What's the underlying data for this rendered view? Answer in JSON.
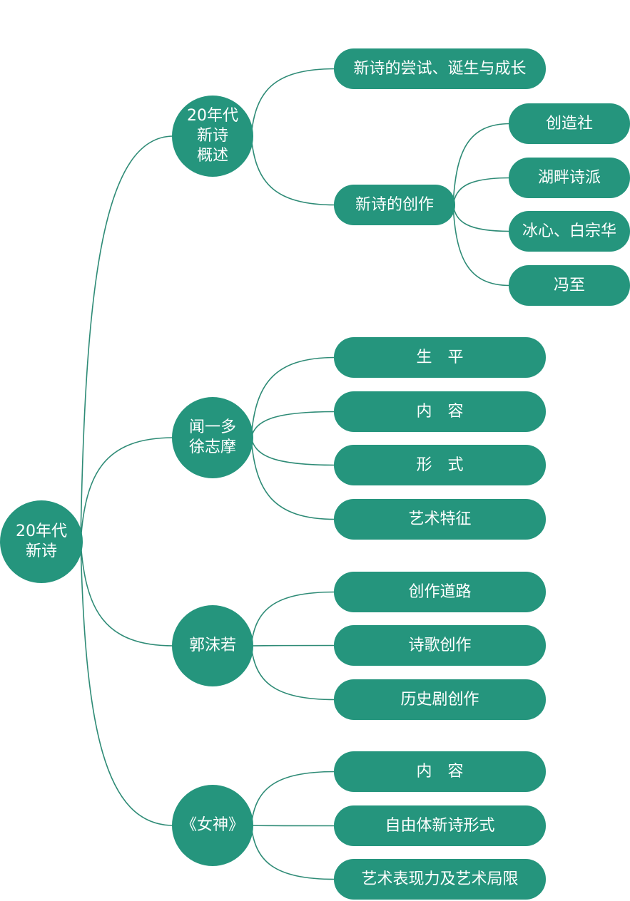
{
  "root": {
    "label": "20年代\n新诗",
    "children": [
      {
        "label": "20年代\n新诗\n概述",
        "children": [
          {
            "label": "新诗的尝试、诞生与成长",
            "children": []
          },
          {
            "label": "新诗的创作",
            "children": [
              {
                "label": "创造社"
              },
              {
                "label": "湖畔诗派"
              },
              {
                "label": "冰心、白宗华"
              },
              {
                "label": "冯至"
              }
            ]
          }
        ]
      },
      {
        "label": "闻一多\n徐志摩",
        "children": [
          {
            "label": "生　平"
          },
          {
            "label": "内　容"
          },
          {
            "label": "形　式"
          },
          {
            "label": "艺术特征"
          }
        ]
      },
      {
        "label": "郭沫若",
        "children": [
          {
            "label": "创作道路"
          },
          {
            "label": "诗歌创作"
          },
          {
            "label": "历史剧创作"
          }
        ]
      },
      {
        "label": "《女神》",
        "children": [
          {
            "label": "内　容"
          },
          {
            "label": "自由体新诗形式"
          },
          {
            "label": "艺术表现力及艺术局限"
          }
        ]
      }
    ]
  },
  "colors": {
    "node_fill": "#25957d",
    "line": "#2e8b76",
    "text": "#ffffff"
  }
}
